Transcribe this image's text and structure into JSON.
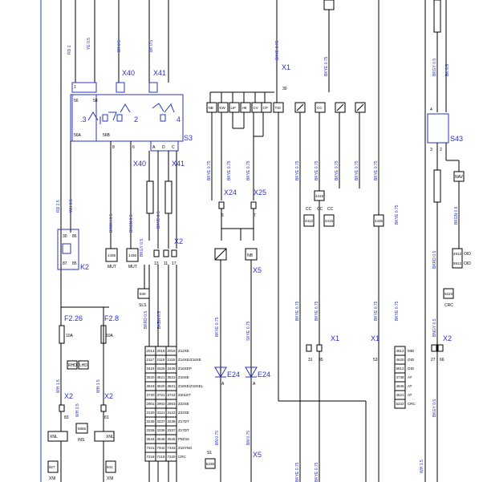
{
  "wires": {
    "rd1": "RD 1",
    "ye05": "YE 0.5",
    "bk05": "BK 0.5",
    "bkye075a": "BKYE 0.75",
    "bkye075b": "BKYE 0.75",
    "bkgy05": "BKGY 0.5",
    "bk05b": "BK 0.5",
    "rd25": "RD 2.5",
    "wh05": "WH 0.5",
    "bkwh05": "BKWH 0.5",
    "bkgn05": "BKGN 0.5",
    "bkye05": "BKYE 0.5",
    "bkgy05b": "BKGY 0.5",
    "bkrd05": "BKRD 0.5",
    "bkbn05": "BKBN 0.5",
    "wh15a": "WH 1.5",
    "wh15b": "WH 1.5",
    "wh05b": "WH 0.5",
    "bkgn06": "BKGN 0.6",
    "bkrd06": "BKRD 0.5",
    "bngy05": "BNGY 0.5",
    "bkgy05c": "BKGY 0.5",
    "bn075a": "BN 0.75",
    "bn075b": "BN 0.75",
    "skye075": "SKYE 0.75",
    "wh15c": "WH 1.5"
  },
  "vertical_labels": [
    "BKYE 0.75",
    "BKYE 0.75",
    "BKYE 0.75",
    "BKYE 0.75",
    "BKYE 0.75",
    "BKYE 0.75",
    "BKYE 0.75",
    "BKYE 0.75",
    "BKYE 0.75",
    "BKYE 0.75",
    "BKYE 0.75",
    "BKYE 0.75",
    "BKYE 0.75",
    "BKYE 0.75",
    "BKYE 0.75",
    "BKYE 0.75"
  ],
  "connectors": {
    "x40a": "X40",
    "x41a": "X41",
    "x40b": "X40",
    "x41b": "X41",
    "x1a": "X1",
    "x1b": "X1",
    "x1c": "X1",
    "x24": "X24",
    "x25": "X25",
    "x2a": "X2",
    "x2b": "X2",
    "x2c": "X2",
    "x2d": "X2",
    "x5a": "X5",
    "x5b": "X5"
  },
  "components": {
    "s3": "S3",
    "s43": "S43",
    "k2": "K2",
    "f226": "F2.26",
    "f28": "F2.8",
    "e24a": "E24",
    "e24b": "E24"
  },
  "switch_pins": {
    "p3": ".3",
    "p2": "2",
    "p4": "4"
  },
  "top_boxes": [
    "NB",
    "KW",
    "LIF",
    "H9",
    "CV",
    "CP",
    "TID"
  ],
  "cc_boxes": [
    "CC",
    "CC",
    "CC"
  ],
  "pin_small": {
    "p30": "30",
    "p5": "5",
    "p7": "7",
    "p53": "53",
    "p31": "31",
    "p35": "35",
    "p56": "56"
  },
  "codes": {
    "c1436a": "1436",
    "c1436b": "1436",
    "c840": "840",
    "c4418": "4418",
    "c4412": "4412",
    "c4415": "4415",
    "c4436": "4436",
    "c5655": "5655",
    "c927": "927",
    "c941": "941",
    "c5235": "5235",
    "c5223": "5223",
    "c4912": "4912",
    "c5912": "5912"
  },
  "short_labels": {
    "mut1": "MUT",
    "mut2": "MUT",
    "sls": "SLS",
    "ins": "INS",
    "xnl1": "XNL",
    "xnl2": "XNL",
    "crc": "CRC",
    "oid": "OID",
    "oid2": "OID",
    "s1": "S1",
    "xnl3": "XNI",
    "xnl4": "XNI",
    "k2pin30": "30",
    "k2pin86": "86",
    "k2pin87": "87",
    "k2pin85": "85",
    "f10a1": "10A",
    "f10a2": "10A",
    "rhd": "RHD",
    "lhd": "LHD",
    "p83": "83",
    "p81": "81",
    "p13": "13",
    "p11": "11",
    "p17": "17",
    "p8": "8",
    "p56b": "56",
    "p58": "58",
    "p56a": "56A",
    "p56b2": "56B",
    "p6": "6",
    "pA": "A",
    "pD": "D",
    "pC": "C",
    "p1": "1",
    "p2b": "2",
    "p3b": "3",
    "p4b": "4",
    "p27": "27",
    "p66": "66",
    "nav": "NAV",
    "pa1": "A",
    "pa2": "A"
  },
  "option_table": {
    "rows": [
      [
        "2014",
        "2015",
        "2016",
        "Z12XE"
      ],
      [
        "2117",
        "2118",
        "2119",
        "Z14XE/Z16XE"
      ],
      [
        "3424",
        "3425",
        "3426",
        "Z16XEP"
      ],
      [
        "3520",
        "3521",
        "3522",
        "Z16SE"
      ],
      [
        "3619",
        "3620",
        "3621",
        "Z18XE/Z18XEL"
      ],
      [
        "3720",
        "3721",
        "3722",
        "Z20LET"
      ],
      [
        "2901",
        "2902",
        "2903",
        "Z22SE"
      ],
      [
        "3120",
        "3121",
        "3122",
        "Z22SE"
      ],
      [
        "3235",
        "3237",
        "3238",
        "Z17DT"
      ],
      [
        "3336",
        "3336",
        "3337",
        "Z17DT"
      ],
      [
        "3544",
        "3546",
        "3545",
        "P5D16"
      ],
      [
        "7341",
        "7342",
        "7343",
        "Z16YNG"
      ],
      [
        "7218",
        "7219",
        "7220",
        "CRC"
      ]
    ]
  },
  "right_table": {
    "rows": [
      [
        "4912",
        "MID"
      ],
      [
        "4620",
        "OID"
      ],
      [
        "5912",
        "OID"
      ],
      [
        "4738",
        "AT"
      ],
      [
        "4945",
        "AT"
      ],
      [
        "4621",
        "AT"
      ],
      [
        "5222",
        "CRC"
      ]
    ]
  },
  "colors": {
    "wire": "#000000",
    "accent": "#2a33c8"
  }
}
